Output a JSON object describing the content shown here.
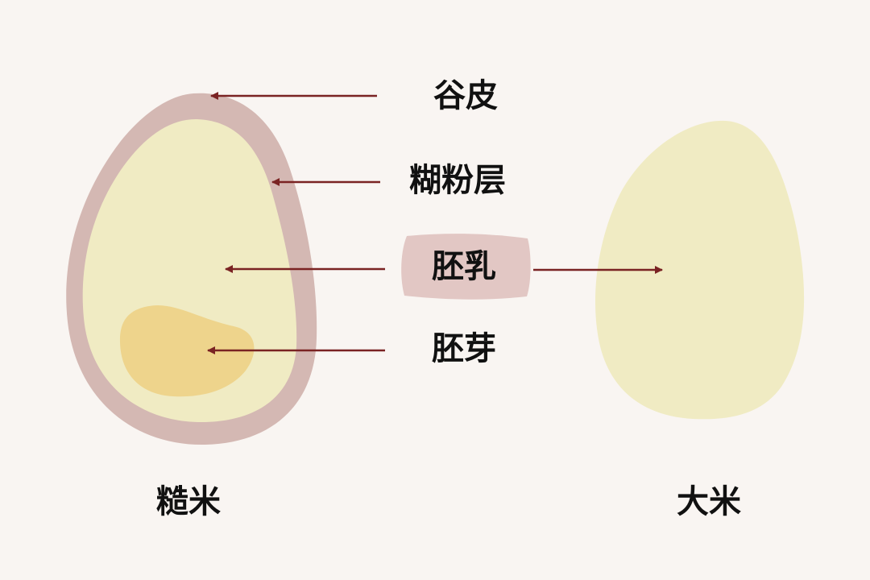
{
  "colors": {
    "background": "#f9f5f2",
    "husk": "#d4b8b3",
    "endosperm": "#f0ebc3",
    "germ": "#eed48c",
    "arrow": "#7a2323",
    "highlight": "#e2c7c4",
    "text": "#111111"
  },
  "labels": {
    "husk": "谷皮",
    "aleurone": "糊粉层",
    "endosperm": "胚乳",
    "germ": "胚芽"
  },
  "captions": {
    "brown_rice": "糙米",
    "white_rice": "大米"
  }
}
